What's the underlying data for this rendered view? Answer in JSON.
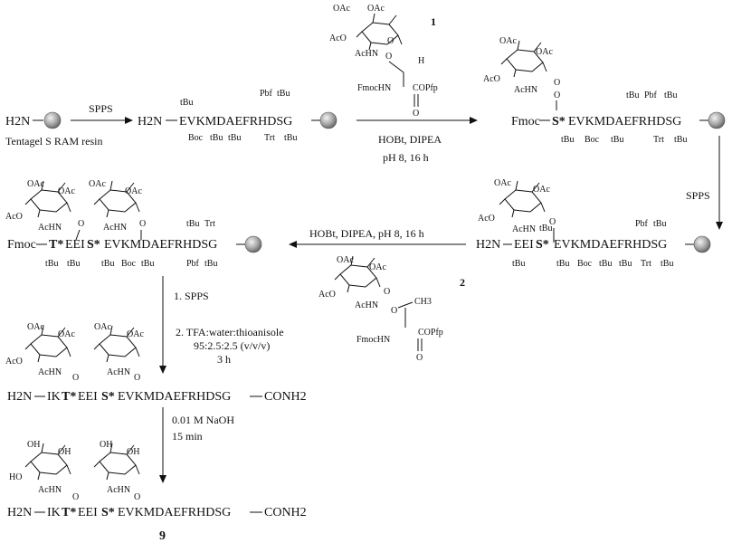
{
  "colors": {
    "ink": "#111111",
    "bead": "#9a9a9a",
    "background": "#ffffff"
  },
  "row1": {
    "h2n": "H2N",
    "resin_label": "Tentagel S RAM resin",
    "arrow1_label": "SPPS",
    "peptide_h2n": "H2N",
    "peptide_seq": "EVKMDAEFRHDSG",
    "pg_top": [
      "tBu",
      "Pbf",
      "tBu"
    ],
    "pg_bottom": [
      "Boc",
      "tBu",
      "tBu",
      "Trt",
      "tBu"
    ],
    "arrow2_top": "1",
    "arrow2_cond1": "HOBt, DIPEA",
    "arrow2_cond2": "pH 8, 16 h",
    "building_block_1": {
      "fmochn": "FmocHN",
      "cofp": "COPfp",
      "h": "H",
      "number": "1"
    },
    "product": {
      "fmoc": "Fmoc",
      "s_star": "S*",
      "seq": "EVKMDAEFRHDSG",
      "pg_top": [
        "tBu",
        "Pbf",
        "tBu"
      ],
      "pg_bottom": [
        "tBu",
        "Boc",
        "tBu",
        "Trt",
        "tBu"
      ]
    }
  },
  "right_arrow": {
    "label": "SPPS"
  },
  "row2": {
    "left": {
      "fmoc": "Fmoc",
      "t_star": "T*",
      "eei": "EEI",
      "s_star": "S*",
      "seq": "EVKMDAEFRHDSG",
      "pg_top": [
        "tBu",
        "Trt"
      ],
      "pg_bottom": [
        "tBu",
        "tBu",
        "tBu",
        "Boc",
        "tBu",
        "Pbf",
        "tBu"
      ]
    },
    "arrow_label": "HOBt, DIPEA, pH 8, 16 h",
    "building_block_2": {
      "fmochn": "FmocHN",
      "cofp": "COPfp",
      "ch3": "CH3",
      "number": "2"
    },
    "right": {
      "h2n": "H2N",
      "eei": "EEI",
      "s_star": "S*",
      "seq": "EVKMDAEFRHDSG",
      "pg_top": [
        "tBu",
        "Pbf",
        "tBu"
      ],
      "pg_bottom": [
        "tBu",
        "tBu",
        "Boc",
        "tBu",
        "tBu",
        "Trt",
        "tBu"
      ]
    }
  },
  "down_arrow1": {
    "step1": "1. SPPS",
    "step2": "2. TFA:water:thioanisole",
    "step2b": "95:2.5:2.5 (v/v/v)",
    "step2c": "3 h"
  },
  "row3": {
    "h2n": "H2N",
    "ik": "IK",
    "t_star": "T*",
    "eei": "EEI",
    "s_star": "S*",
    "seq": "EVKMDAEFRHDSG",
    "conh2": "CONH2"
  },
  "down_arrow2": {
    "cond1": "0.01 M NaOH",
    "cond2": "15 min"
  },
  "row4": {
    "h2n": "H2N",
    "ik": "IK",
    "t_star": "T*",
    "eei": "EEI",
    "s_star": "S*",
    "seq": "EVKMDAEFRHDSG",
    "conh2": "CONH2",
    "number": "9"
  },
  "sugar": {
    "oac": "OAc",
    "aco": "AcO",
    "achn": "AcHN",
    "o": "O",
    "oh": "OH",
    "ho": "HO"
  }
}
